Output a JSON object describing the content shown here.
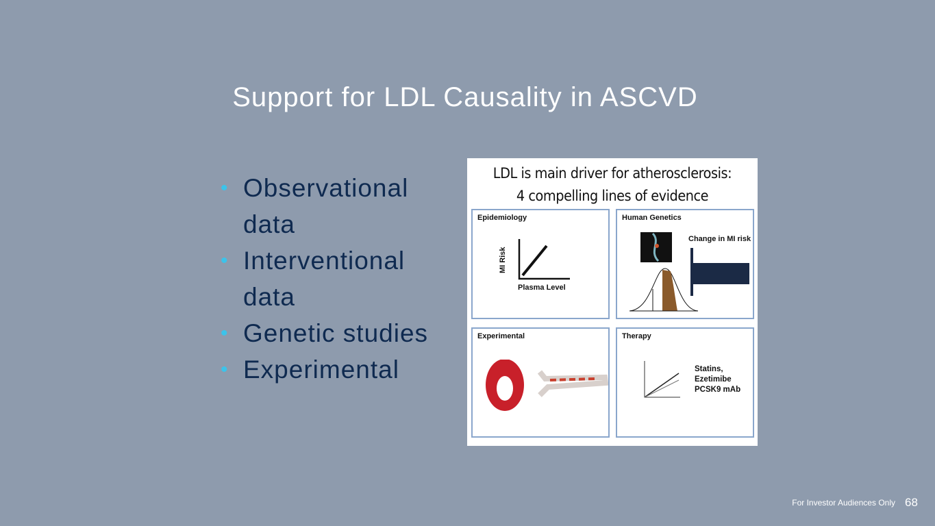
{
  "title": "Support for LDL Causality in ASCVD",
  "bullets": [
    "Observational data",
    "Interventional data",
    "Genetic studies",
    "Experimental"
  ],
  "figure": {
    "heading1": "LDL is main driver for atherosclerosis:",
    "heading2": "4 compelling lines of evidence",
    "panels": {
      "epidemiology": {
        "label": "Epidemiology",
        "y_axis": "MI Risk",
        "x_axis": "Plasma Level"
      },
      "genetics": {
        "label": "Human Genetics",
        "note": "Change in MI risk"
      },
      "experimental": {
        "label": "Experimental"
      },
      "therapy": {
        "label": "Therapy",
        "lines": [
          "Statins,",
          "Ezetimibe",
          "PCSK9 mAb"
        ]
      }
    }
  },
  "footer": {
    "note": "For Investor Audiences Only",
    "page": "68"
  },
  "colors": {
    "background": "#8e9bad",
    "bullet_text": "#0f2a50",
    "bullet_dot": "#3cc3ea"
  }
}
